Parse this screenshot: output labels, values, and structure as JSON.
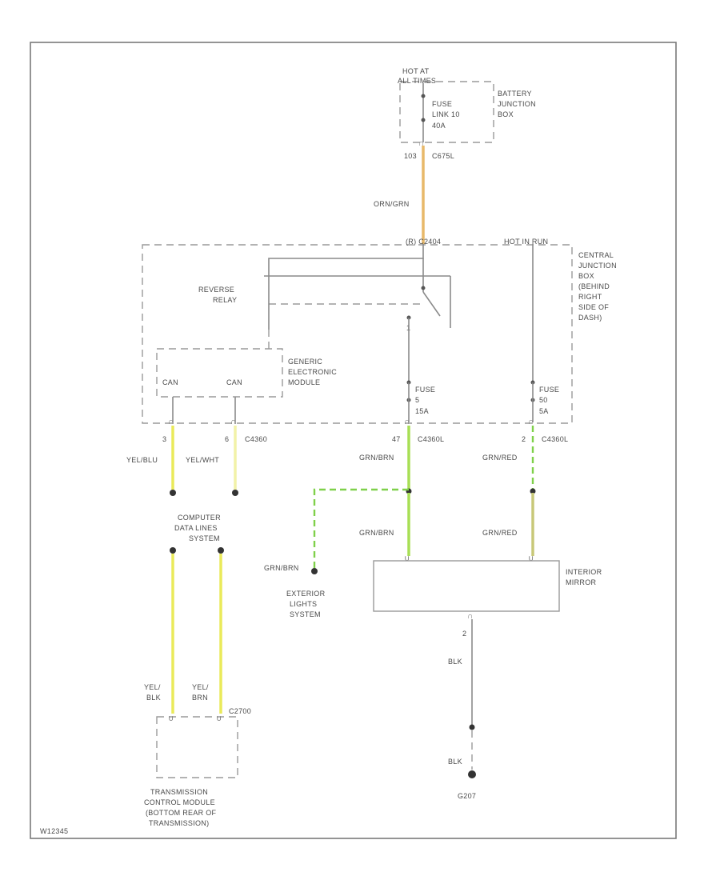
{
  "source": {
    "hot_line1": "HOT AT",
    "hot_line2": "ALL TIMES",
    "fuse_line1": "FUSE",
    "fuse_line2": "LINK 10",
    "fuse_line3": "40A",
    "box_line1": "BATTERY",
    "box_line2": "JUNCTION",
    "box_line3": "BOX",
    "pin": "103",
    "connector": "C675L",
    "wire_color": "ORN/GRN"
  },
  "central_box": {
    "top_left_label": "(R) C2404",
    "top_right_label": "HOT IN RUN",
    "name_lines": [
      "CENTRAL",
      "JUNCTION",
      "BOX",
      "(BEHIND",
      "RIGHT",
      "SIDE OF",
      "DASH)"
    ],
    "relay_line1": "REVERSE",
    "relay_line2": "RELAY",
    "relay_pin": "1"
  },
  "gem": {
    "name_lines": [
      "GENERIC",
      "ELECTRONIC",
      "MODULE"
    ],
    "can_left": "CAN",
    "can_right": "CAN"
  },
  "fuses": {
    "left_line1": "FUSE",
    "left_line2": "5",
    "left_line3": "15A",
    "right_line1": "FUSE",
    "right_line2": "50",
    "right_line3": "5A"
  },
  "wires": {
    "gem_left_pin": "3",
    "gem_left_color": "YEL/BLU",
    "gem_right_pin": "6",
    "gem_right_connector": "C4360",
    "gem_right_color": "YEL/WHT",
    "fuse5_pin": "47",
    "fuse5_connector": "C4360L",
    "fuse5_color": "GRN/BRN",
    "fuse50_pin": "2",
    "fuse50_connector": "C4360L",
    "fuse50_color": "GRN/RED",
    "mirror_left_color": "GRN/BRN",
    "mirror_right_color": "GRN/RED",
    "ext_color": "GRN/BRN",
    "tcm_left_line1": "YEL/",
    "tcm_left_line2": "BLK",
    "tcm_right_line1": "YEL/",
    "tcm_right_line2": "BRN",
    "tcm_connector": "C2700",
    "ground_pin": "2",
    "ground_color1": "BLK",
    "ground_color2": "BLK"
  },
  "systems": {
    "cdl_lines": [
      "COMPUTER",
      "DATA LINES",
      "SYSTEM"
    ],
    "ext_lines": [
      "EXTERIOR",
      "LIGHTS",
      "SYSTEM"
    ],
    "mirror_lines": [
      "INTERIOR",
      "MIRROR"
    ],
    "tcm_lines": [
      "TRANSMISSION",
      "CONTROL MODULE",
      "(BOTTOM REAR OF",
      "TRANSMISSION)"
    ],
    "ground": "G207"
  },
  "footer_id": "W12345",
  "colors": {
    "orange": "#e8b96a",
    "green": "#a8df55",
    "green_dashed": "#7fd04a",
    "yellow": "#eaea5a",
    "pale_yellow": "#f2f2a8",
    "olive": "#c8c878",
    "gray": "#8a8a8a",
    "black_dot": "#333333"
  }
}
